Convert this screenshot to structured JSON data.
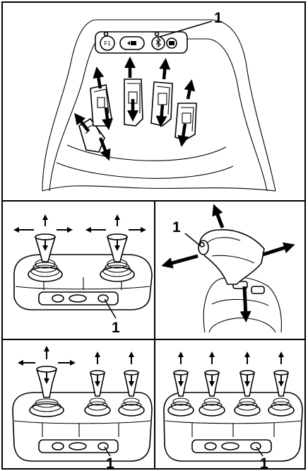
{
  "callouts": {
    "top": "1",
    "middle_left": "1",
    "middle_right": "1",
    "bottom_left": "1",
    "bottom_right": "1"
  },
  "buttons": {
    "f1": "F1"
  },
  "colors": {
    "line": "#000000",
    "background": "#ffffff"
  }
}
